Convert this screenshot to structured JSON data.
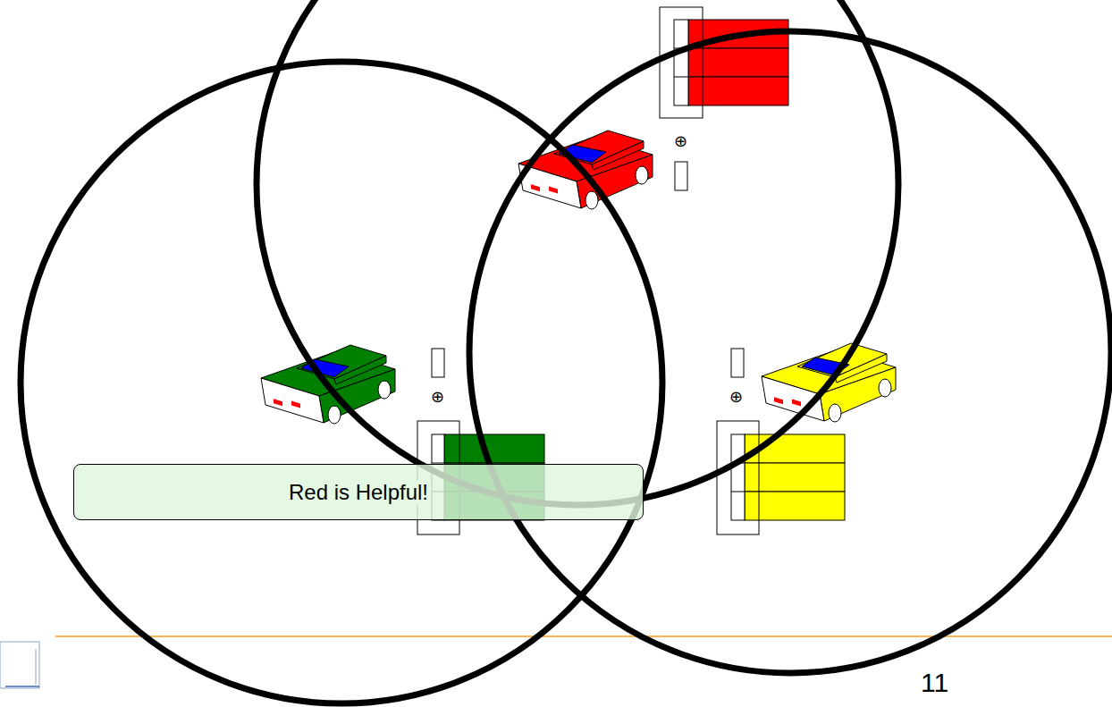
{
  "diagram": {
    "nodes": [
      {
        "text": [
          "Red is Helpful!"
        ]
      }
    ],
    "labels": [
      "⊕",
      "⊕",
      "⊕",
      "11"
    ]
  }
}
